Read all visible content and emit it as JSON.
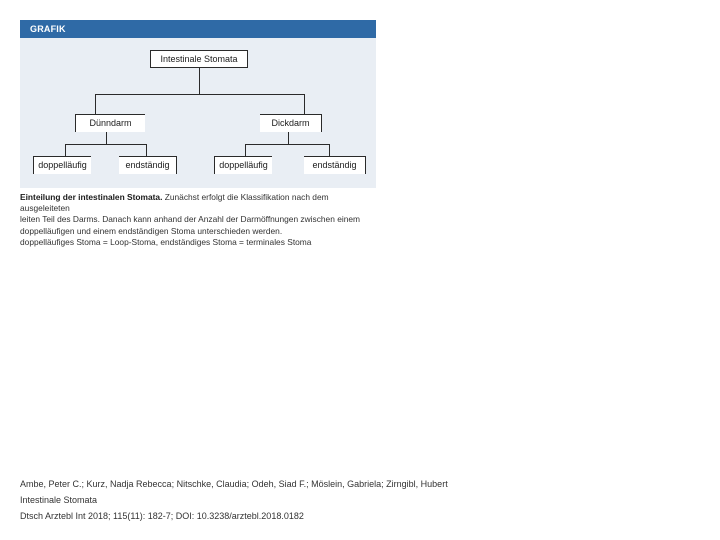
{
  "figure": {
    "header_label": "GRAFIK",
    "root": "Intestinale Stomata",
    "left_branch": "Dünndarm",
    "right_branch": "Dickdarm",
    "leaves": [
      "doppelläufig",
      "endständig",
      "doppelläufig",
      "endständig"
    ],
    "caption_title": "Einteilung der intestinalen Stomata.",
    "caption_lines": [
      " Zunächst erfolgt die Klassifikation nach dem ausgeleiteten",
      "leiten Teil des Darms. Danach kann anhand der Anzahl der Darmöffnungen zwischen einem",
      "doppelläufigen und einem endständigen Stoma unterschieden werden.",
      "doppelläufiges Stoma = Loop-Stoma, endständiges Stoma = terminales Stoma"
    ]
  },
  "citation": {
    "authors": "Ambe, Peter C.; Kurz, Nadja Rebecca; Nitschke, Claudia; Odeh, Siad F.; Möslein, Gabriela; Zirngibl, Hubert",
    "title": "Intestinale Stomata",
    "source": "Dtsch Arztebl Int 2018; 115(11): 182-7; DOI: 10.3238/arztebl.2018.0182"
  },
  "colors": {
    "header": "#2f6aa6",
    "panel": "#e9eef4"
  }
}
